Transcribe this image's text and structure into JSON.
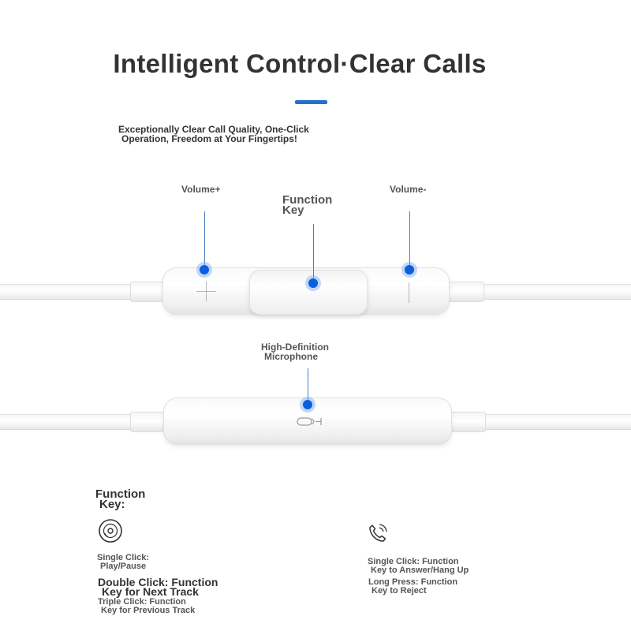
{
  "header": {
    "title": "Intelligent Control·Clear Calls",
    "subtitle_line1": "Exceptionally Clear Call Quality, One-Click",
    "subtitle_line2": "Operation, Freedom at Your Fingertips!"
  },
  "remote": {
    "volume_up_label": "Volume+",
    "function_key_line1": "Function",
    "function_key_line2": "Key",
    "volume_down_label": "Volume-",
    "microphone_line1": "High-Definition",
    "microphone_line2": "Microphone"
  },
  "function_section": {
    "title_line1": "Function",
    "title_line2": "Key:",
    "music": {
      "icon": "music-disc-icon",
      "single_line1": "Single Click:",
      "single_line2": "Play/Pause",
      "double_line1": "Double Click: Function",
      "double_line2": "Key for Next Track",
      "triple_line1": "Triple Click: Function",
      "triple_line2": "Key for Previous Track"
    },
    "call": {
      "icon": "phone-call-icon",
      "single_line1": "Single Click: Function",
      "single_line2": "Key to Answer/Hang Up",
      "long_line1": "Long Press: Function",
      "long_line2": "Key to Reject"
    }
  },
  "colors": {
    "accent": "#1f74c9",
    "dot": "#0a5fe0"
  }
}
